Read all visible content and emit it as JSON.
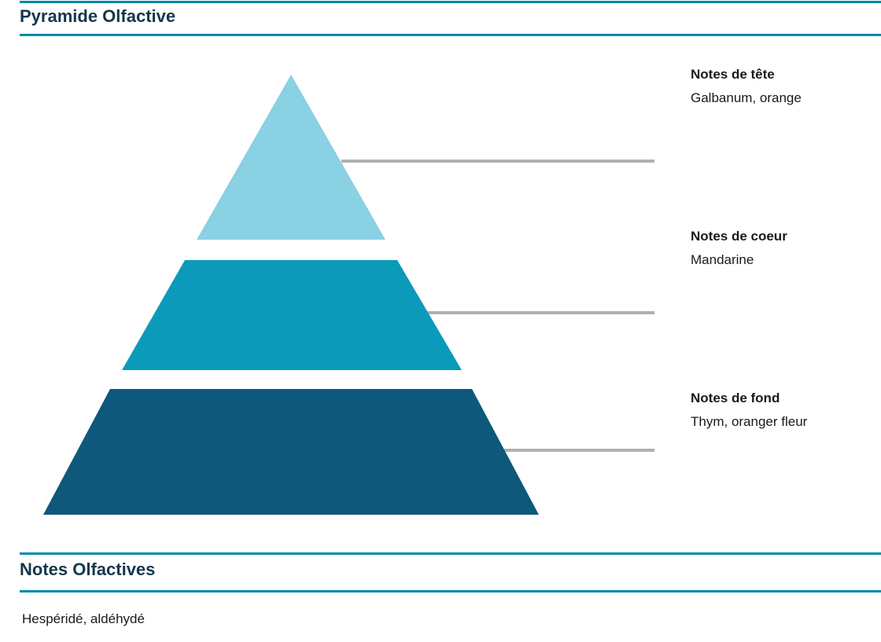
{
  "colors": {
    "accent_rule": "#0789A8",
    "connector_line": "#B0B0B0",
    "section_heading": "#14384B",
    "body_text": "#1A1A1A",
    "tier_top": "#89D1E3",
    "tier_middle": "#0C9ABA",
    "tier_bottom": "#0E587C"
  },
  "pyramid_section": {
    "title": "Pyramide Olfactive",
    "tiers": [
      {
        "name": "Notes de tête",
        "notes": "Galbanum, orange",
        "color": "#89D1E3"
      },
      {
        "name": "Notes de coeur",
        "notes": "Mandarine",
        "color": "#0C9ABA"
      },
      {
        "name": "Notes de fond",
        "notes": "Thym, oranger fleur",
        "color": "#0E587C"
      }
    ]
  },
  "notes_section": {
    "title": "Notes Olfactives",
    "value": "Hespéridé, aldéhydé"
  }
}
